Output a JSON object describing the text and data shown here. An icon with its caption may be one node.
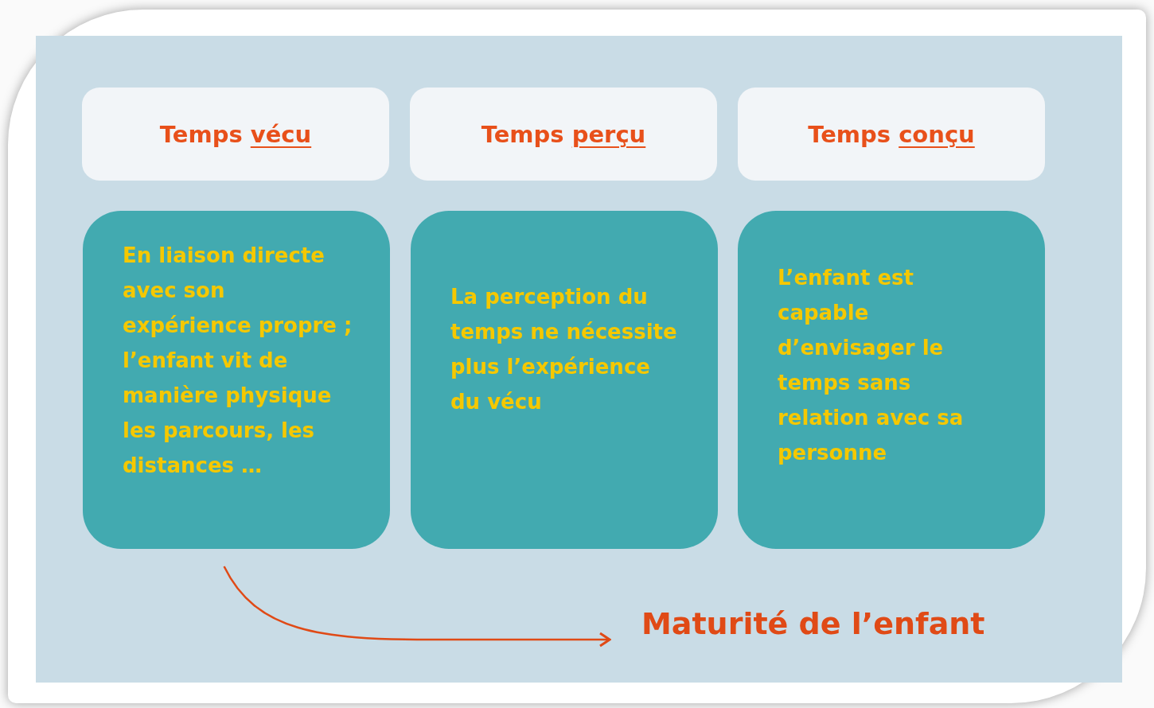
{
  "diagram": {
    "nodes": [
      {
        "text": [
          "Temps vécu"
        ]
      },
      {
        "text": [
          "Temps perçu"
        ]
      },
      {
        "text": [
          "Temps conçu"
        ]
      },
      {
        "text": [
          "En liaison directe avec son expérience propre ; l’enfant vit de manière physique les parcours, les distances …"
        ]
      },
      {
        "text": [
          "La perception du temps ne nécessite plus l’expérience du vécu"
        ]
      },
      {
        "text": [
          "L’enfant est capable d’envisager le temps sans relation avec sa personne"
        ]
      },
      {
        "text": [
          "Maturité de l’enfant"
        ]
      }
    ],
    "edges": [
      {
        "from": 3,
        "to": 6,
        "arrow": "to"
      }
    ]
  }
}
